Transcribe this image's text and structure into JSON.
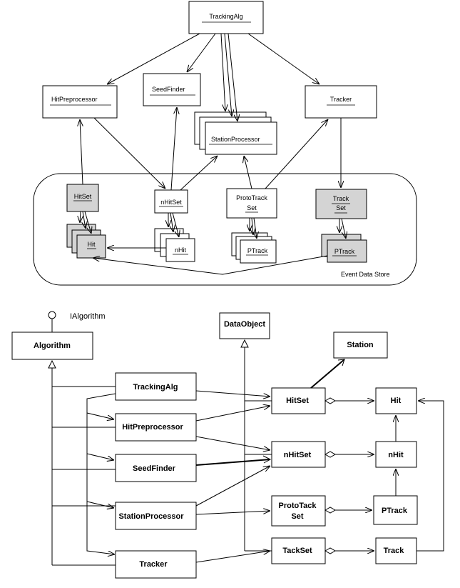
{
  "top": {
    "tracking_alg": "TrackingAlg",
    "hit_preprocessor": "HitPreprocessor",
    "seed_finder": "SeedFinder",
    "tracker": "Tracker",
    "station_processor": "StationProcessor",
    "hitset": "HitSet",
    "hit": "Hit",
    "nhitset": "nHitSet",
    "nhit": "nHit",
    "prototrack_line1": "ProtoTrack",
    "prototrack_line2": "Set",
    "ptrack": "PTrack",
    "trackset_line1": "Track",
    "trackset_line2": "Set",
    "ptrack_gray": "PTrack",
    "event_data_store": "Event Data Store"
  },
  "bottom": {
    "ialgorithm": "IAlgorithm",
    "algorithm": "Algorithm",
    "data_object": "DataObject",
    "station": "Station",
    "tracking_alg": "TrackingAlg",
    "hit_preprocessor": "HitPreprocessor",
    "seed_finder": "SeedFinder",
    "station_processor": "StationProcessor",
    "tracker": "Tracker",
    "hitset": "HitSet",
    "nhitset": "nHitSet",
    "protoset_line1": "ProtoTack",
    "protoset_line2": "Set",
    "tackset": "TackSet",
    "hit": "Hit",
    "nhit": "nHit",
    "ptrack": "PTrack",
    "track": "Track"
  }
}
